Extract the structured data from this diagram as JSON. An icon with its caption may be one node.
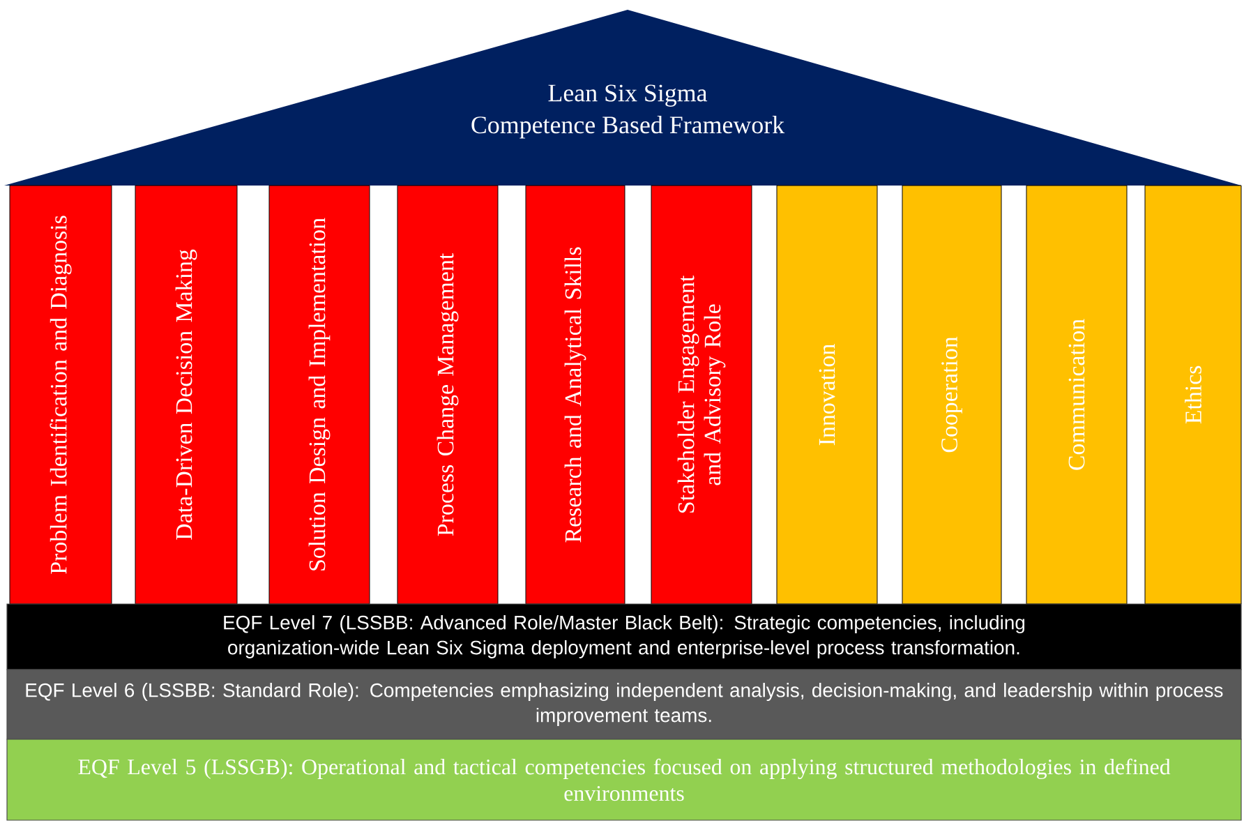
{
  "diagram": {
    "nodes": [
      {
        "text": [
          "Lean Six Sigma",
          "Competence Based Framework"
        ]
      },
      {
        "text": [
          "Problem Identification and Diagnosis"
        ]
      },
      {
        "text": [
          "Data-Driven Decision Making"
        ]
      },
      {
        "text": [
          "Solution Design and Implementation"
        ]
      },
      {
        "text": [
          "Process Change Management"
        ]
      },
      {
        "text": [
          "Research and Analytical Skills"
        ]
      },
      {
        "text": [
          "Stakeholder Engagement and Advisory Role"
        ]
      },
      {
        "text": [
          "Innovation"
        ]
      },
      {
        "text": [
          "Cooperation"
        ]
      },
      {
        "text": [
          "Communication"
        ]
      },
      {
        "text": [
          "Ethics"
        ]
      },
      {
        "text": [
          "EQF Level 7 (LSSBB: Advanced Role/Master Black Belt): Strategic competencies, including organization-wide Lean Six Sigma deployment and enterprise-level process transformation."
        ]
      },
      {
        "text": [
          "EQF Level 6 (LSSBB: Standard Role): Competencies emphasizing independent analysis, decision-making, and leadership within process improvement teams."
        ]
      },
      {
        "text": [
          "EQF Level 5 (LSSGB): Operational and tactical competencies focused on applying structured methodologies in defined environments"
        ]
      }
    ]
  }
}
